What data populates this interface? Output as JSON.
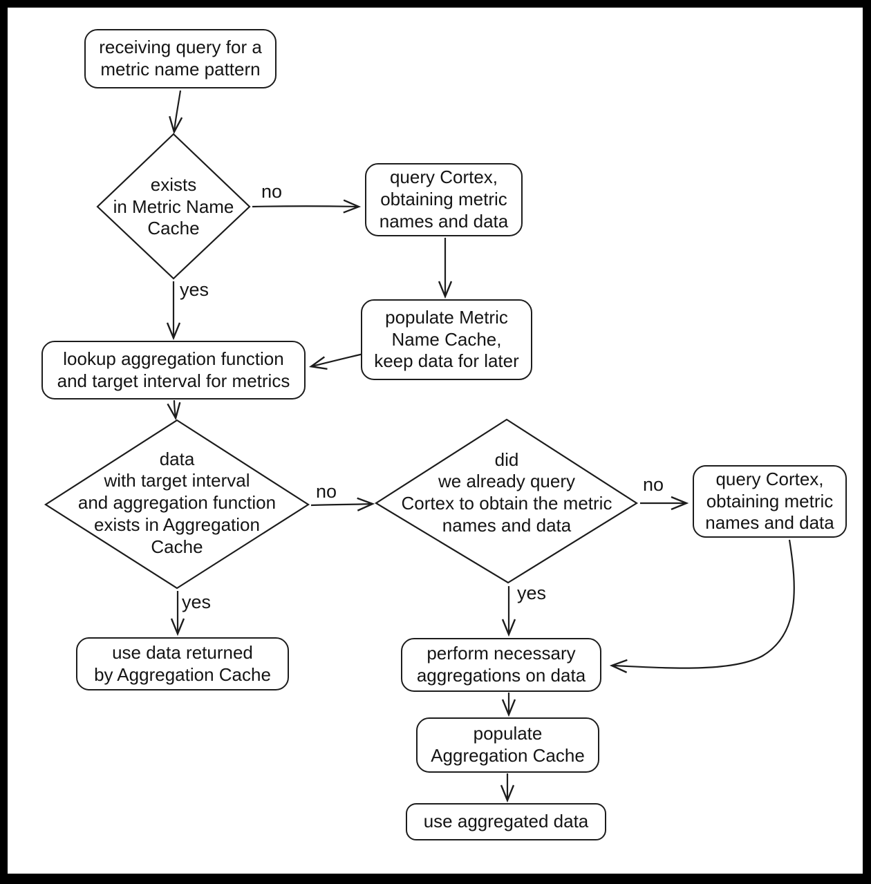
{
  "diagram": {
    "type": "flowchart",
    "nodes": {
      "receive_query": {
        "label": "receiving query for a\nmetric name pattern"
      },
      "exists_metric_name_cache": {
        "label": "exists\nin Metric Name\nCache"
      },
      "query_cortex_top": {
        "label": "query Cortex,\nobtaining metric\nnames and data"
      },
      "populate_metric_name_cache": {
        "label": "populate Metric\nName Cache,\nkeep data for later"
      },
      "lookup_aggregation": {
        "label": "lookup aggregation function\nand target interval for metrics"
      },
      "aggregation_cache_check": {
        "label": "data\nwith target interval\nand aggregation function\nexists in Aggregation\nCache"
      },
      "already_queried_check": {
        "label": "did\nwe already query\nCortex to obtain the metric\nnames and data"
      },
      "query_cortex_right": {
        "label": "query Cortex,\nobtaining metric\nnames and data"
      },
      "use_data_returned": {
        "label": "use data returned\nby Aggregation Cache"
      },
      "perform_aggregations": {
        "label": "perform necessary\naggregations on data"
      },
      "populate_aggregation_cache": {
        "label": "populate\nAggregation Cache"
      },
      "use_aggregated_data": {
        "label": "use aggregated data"
      }
    },
    "edge_labels": {
      "exists_no": "no",
      "exists_yes": "yes",
      "agg_cache_no": "no",
      "agg_cache_yes": "yes",
      "already_no": "no",
      "already_yes": "yes"
    },
    "colors": {
      "stroke": "#1c1c1c",
      "background": "#ffffff",
      "frame": "#000000"
    }
  }
}
